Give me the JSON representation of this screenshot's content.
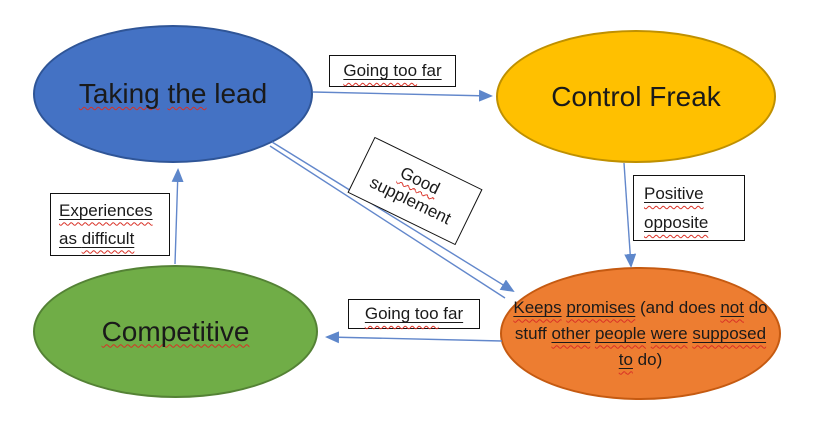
{
  "diagram": {
    "title": "",
    "colors": {
      "node_blue_fill": "#4472C4",
      "node_blue_border": "#2F5597",
      "node_gold_fill": "#FFC000",
      "node_gold_border": "#BF9000",
      "node_green_fill": "#70AD47",
      "node_green_border": "#548235",
      "node_orange_fill": "#ED7D31",
      "node_orange_border": "#C55A11",
      "arrow": "#6287CB",
      "squiggle": "#D93025",
      "label_border": "#111111",
      "label_fill": "#FFFFFF"
    },
    "nodes": [
      {
        "id": "taking-the-lead",
        "label": "Taking the lead",
        "fill": "#4472C4",
        "border": "#2F5597",
        "segments": [
          {
            "text": "Taking",
            "sq": true
          },
          {
            "text": " "
          },
          {
            "text": "the",
            "sq": true
          },
          {
            "text": " lead"
          }
        ]
      },
      {
        "id": "control-freak",
        "label": "Control Freak",
        "fill": "#FFC000",
        "border": "#BF9000",
        "segments": [
          {
            "text": "Control Freak"
          }
        ]
      },
      {
        "id": "competitive",
        "label": "Competitive",
        "fill": "#70AD47",
        "border": "#548235",
        "segments": [
          {
            "text": "Competitive",
            "sq": true
          }
        ]
      },
      {
        "id": "keeps-promises",
        "label": "Keeps promises (and does not do stuff other people were supposed to do)",
        "fill": "#ED7D31",
        "border": "#C55A11",
        "segments": [
          {
            "text": "Keeps",
            "u": true,
            "sq": true
          },
          {
            "text": " "
          },
          {
            "text": "promises",
            "u": true,
            "sq": true
          },
          {
            "text": " (and does "
          },
          {
            "text": "not",
            "u": true,
            "sq": true
          },
          {
            "text": " do stuff "
          },
          {
            "text": "other",
            "u": true,
            "sq": true
          },
          {
            "text": " "
          },
          {
            "text": "people",
            "u": true,
            "sq": true
          },
          {
            "text": " "
          },
          {
            "text": "were",
            "u": true,
            "sq": true
          },
          {
            "text": " "
          },
          {
            "text": "supposed",
            "u": true,
            "sq": true
          },
          {
            "text": " "
          },
          {
            "text": "to",
            "u": true,
            "sq": true
          },
          {
            "text": " do)"
          }
        ]
      }
    ],
    "edge_labels": [
      {
        "id": "going-too-far-top",
        "label": "Going too far",
        "segments": [
          {
            "text": "Going too",
            "u": true,
            "sq": true
          },
          {
            "text": " far",
            "u": true
          }
        ]
      },
      {
        "id": "good-supplement",
        "label": "Good supplement",
        "segments": [
          {
            "text": "Good",
            "sq": true
          },
          {
            "br": true
          },
          {
            "text": "supplement"
          }
        ]
      },
      {
        "id": "positive-opposite",
        "label": "Positive opposite",
        "segments": [
          {
            "text": "Positive",
            "u": true,
            "sq": true
          },
          {
            "br": true
          },
          {
            "text": "opposite",
            "u": true,
            "sq": true
          }
        ]
      },
      {
        "id": "experiences-as-difficult",
        "label": "Experiences as difficult",
        "segments": [
          {
            "text": "Experiences",
            "u": true,
            "sq": true
          },
          {
            "br": true
          },
          {
            "text": "as ",
            "u": true
          },
          {
            "text": "difficult",
            "u": true,
            "sq": true
          }
        ]
      },
      {
        "id": "going-too-far-bottom",
        "label": "Going too far",
        "segments": [
          {
            "text": "Going too",
            "u": true,
            "sq": true
          },
          {
            "text": " far",
            "u": true
          }
        ]
      }
    ],
    "edges": [
      {
        "from": "taking-the-lead",
        "to": "control-freak",
        "label": "Going too far"
      },
      {
        "from": "taking-the-lead",
        "to": "keeps-promises",
        "label": "Good supplement"
      },
      {
        "from": "control-freak",
        "to": "keeps-promises",
        "label": "Positive opposite"
      },
      {
        "from": "keeps-promises",
        "to": "competitive",
        "label": "Going too far"
      },
      {
        "from": "competitive",
        "to": "taking-the-lead",
        "label": "Experiences as difficult"
      }
    ]
  }
}
